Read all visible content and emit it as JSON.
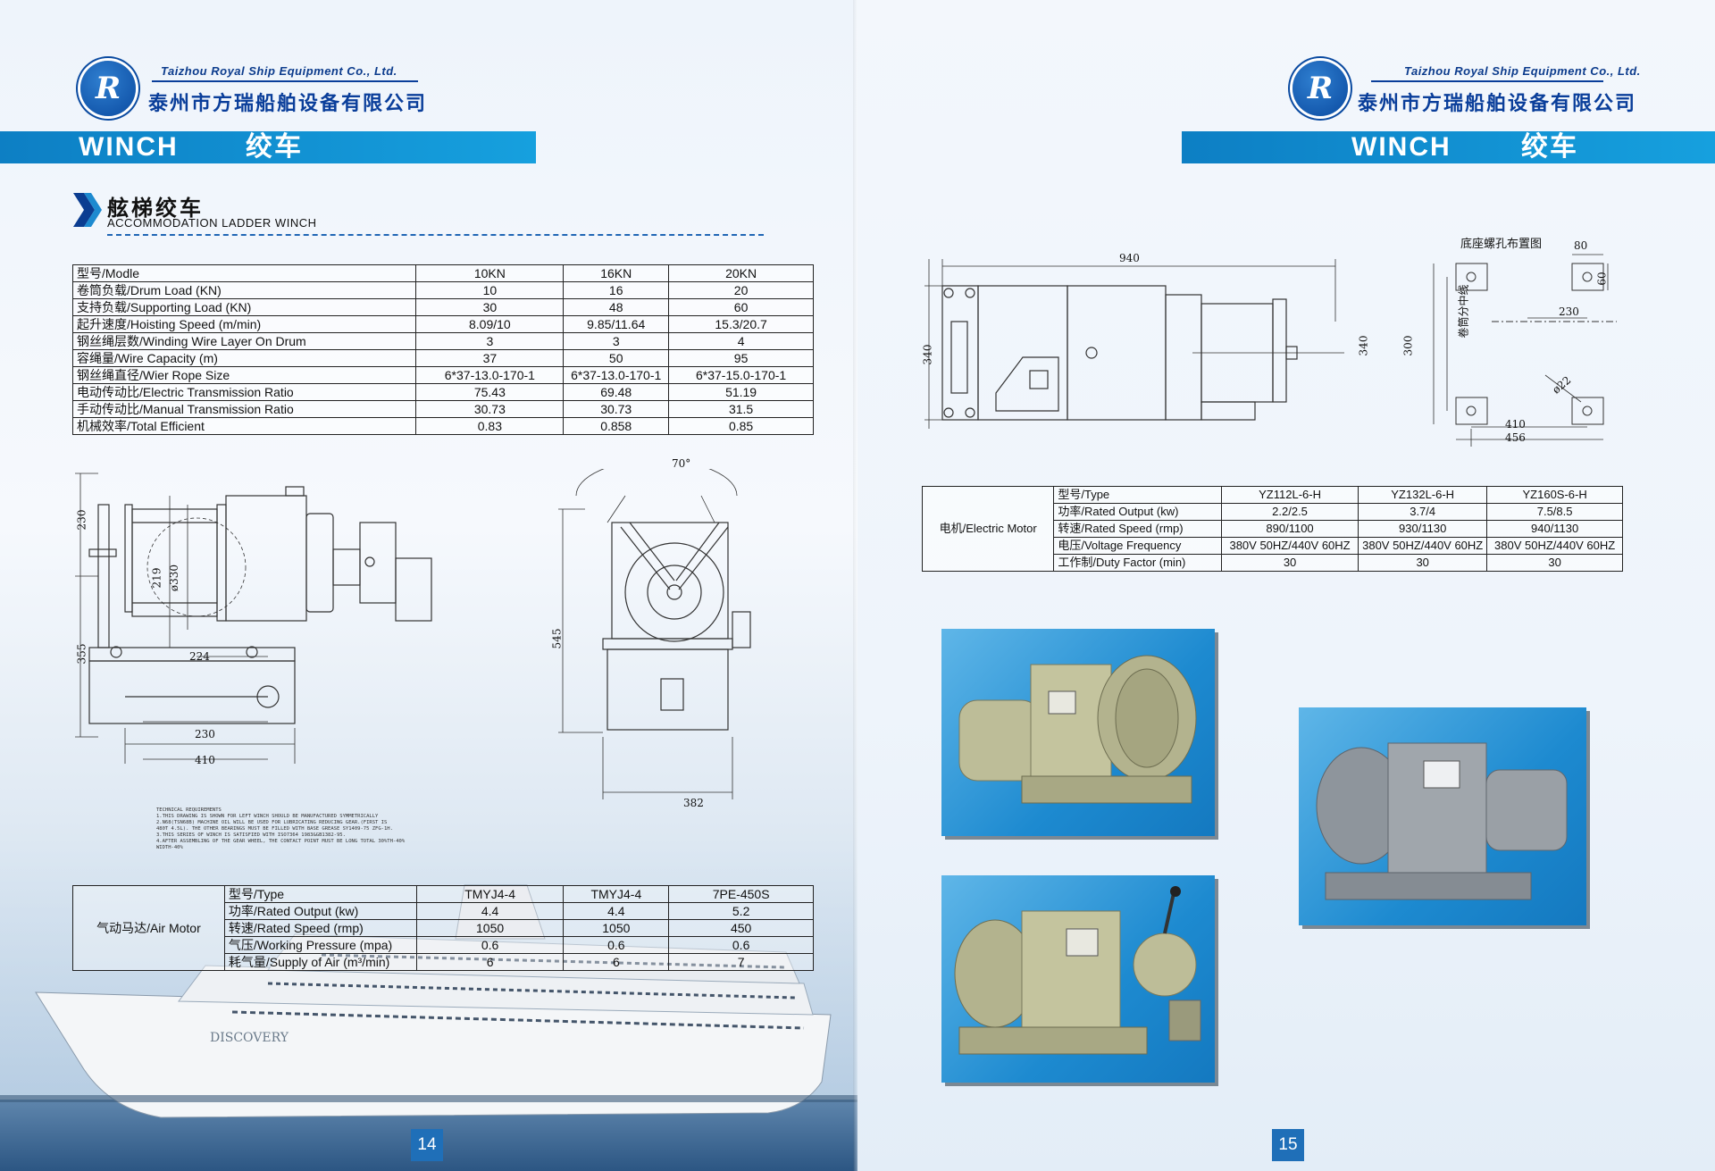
{
  "company": {
    "name_en": "Taizhou Royal Ship Equipment Co., Ltd.",
    "name_cn": "泰州市方瑞船舶设备有限公司",
    "logo_letters": "R"
  },
  "banner": {
    "en": "WINCH",
    "cn": "绞车"
  },
  "section": {
    "title_cn": "舷梯绞车",
    "title_en": "ACCOMMODATION LADDER WINCH"
  },
  "spec_table": {
    "header": [
      "型号/Modle",
      "10KN",
      "16KN",
      "20KN"
    ],
    "rows": [
      [
        "卷筒负载/Drum Load (KN)",
        "10",
        "16",
        "20"
      ],
      [
        "支持负载/Supporting Load (KN)",
        "30",
        "48",
        "60"
      ],
      [
        "起升速度/Hoisting Speed (m/min)",
        "8.09/10",
        "9.85/11.64",
        "15.3/20.7"
      ],
      [
        "钢丝绳层数/Winding Wire Layer On Drum",
        "3",
        "3",
        "4"
      ],
      [
        "容绳量/Wire Capacity (m)",
        "37",
        "50",
        "95"
      ],
      [
        "钢丝绳直径/Wier Rope Size",
        "6*37-13.0-170-1",
        "6*37-13.0-170-1",
        "6*37-15.0-170-1"
      ],
      [
        "电动传动比/Electric Transmission Ratio",
        "75.43",
        "69.48",
        "51.19"
      ],
      [
        "手动传动比/Manual Transmission Ratio",
        "30.73",
        "30.73",
        "31.5"
      ],
      [
        "机械效率/Total Efficient",
        "0.83",
        "0.858",
        "0.85"
      ]
    ]
  },
  "drawing_left": {
    "dims": [
      "230",
      "355",
      "219",
      "ø330",
      "224",
      "230",
      "410"
    ]
  },
  "drawing_mid": {
    "dims": [
      "70°",
      "545",
      "382"
    ]
  },
  "drawing_right": {
    "dims": [
      "940",
      "340"
    ]
  },
  "base_plan": {
    "title": "底座螺孔布置图",
    "axis_label": "卷筒分中线",
    "dims": [
      "80",
      "60",
      "230",
      "340",
      "300",
      "ø22",
      "410",
      "456"
    ]
  },
  "technical_notes": {
    "title": "TECHNICAL REQUIREMENTS",
    "lines": [
      "1.THIS DRAWING IS SHOWN FOR LEFT WINCH SHOULD BE MANUFACTURED SYMMETRICALLY",
      "2.N68(TSN68B) MACHINE OIL WILL BE USED FOR LUBRICATING REDUCING GEAR.(FIRST IS",
      "  480T 4.5L). THE OTHER BEARINGS MUST BE FILLED WITH BASE GREASE SY1409-75 ZFG-1H.",
      "3.THIS SERIES OF WINCH IS SATISFIED WITH ISO7364 1983&GB1382-95.",
      "4.AFTER ASSEMBLING OF THE GEAR WHEEL, THE CONTACT POINT MUST BE LONG TOTAL 30%TH-40%",
      "  WIDTH-40%"
    ]
  },
  "air_motor_table": {
    "label": "气动马达/Air Motor",
    "rows": [
      [
        "型号/Type",
        "TMYJ4-4",
        "TMYJ4-4",
        "7PE-450S"
      ],
      [
        "功率/Rated Output (kw)",
        "4.4",
        "4.4",
        "5.2"
      ],
      [
        "转速/Rated Speed (rmp)",
        "1050",
        "1050",
        "450"
      ],
      [
        "气压/Working Pressure (mpa)",
        "0.6",
        "0.6",
        "0.6"
      ],
      [
        "耗气量/Supply of Air (m³/min)",
        "6",
        "6",
        "7"
      ]
    ]
  },
  "electric_motor_table": {
    "label": "电机/Electric Motor",
    "rows": [
      [
        "型号/Type",
        "YZ112L-6-H",
        "YZ132L-6-H",
        "YZ160S-6-H"
      ],
      [
        "功率/Rated Output (kw)",
        "2.2/2.5",
        "3.7/4",
        "7.5/8.5"
      ],
      [
        "转速/Rated Speed (rmp)",
        "890/1100",
        "930/1130",
        "940/1130"
      ],
      [
        "电压/Voltage Frequency",
        "380V 50HZ/440V 60HZ",
        "380V 50HZ/440V 60HZ",
        "380V 50HZ/440V 60HZ"
      ],
      [
        "工作制/Duty Factor (min)",
        "30",
        "30",
        "30"
      ]
    ]
  },
  "ship": {
    "name": "DISCOVERY"
  },
  "pages": {
    "left": "14",
    "right": "15"
  },
  "colors": {
    "brand_blue": "#0a3e9a",
    "banner_blue": "#1597d8",
    "photo_blue": "#1d8ad0",
    "winch_khaki": "#bfbf9a",
    "winch_grey": "#9aa0a6"
  }
}
